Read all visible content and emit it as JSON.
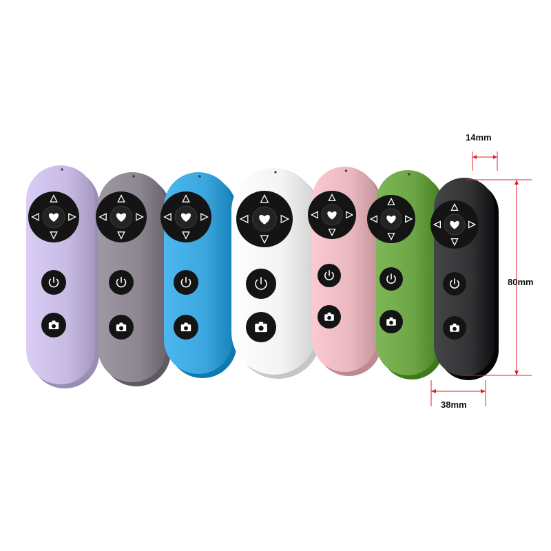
{
  "product": {
    "remotes": [
      {
        "name": "purple-remote",
        "color": "#c7bbe3"
      },
      {
        "name": "gray-remote",
        "color": "#8d8690"
      },
      {
        "name": "blue-remote",
        "color": "#3ba6dd"
      },
      {
        "name": "white-remote",
        "color": "#f3f3f3"
      },
      {
        "name": "pink-remote",
        "color": "#e9b7be"
      },
      {
        "name": "green-remote",
        "color": "#6ca545"
      },
      {
        "name": "black-remote",
        "color": "#323335"
      }
    ],
    "button_color": "#141414",
    "icon_color": "#ffffff",
    "icons": [
      "arrow-up-icon",
      "arrow-down-icon",
      "arrow-left-icon",
      "arrow-right-icon",
      "heart-icon",
      "power-icon",
      "camera-icon"
    ]
  },
  "dimensions": {
    "thickness": "14mm",
    "height": "80mm",
    "width": "38mm",
    "line_color": "#e0202a"
  }
}
